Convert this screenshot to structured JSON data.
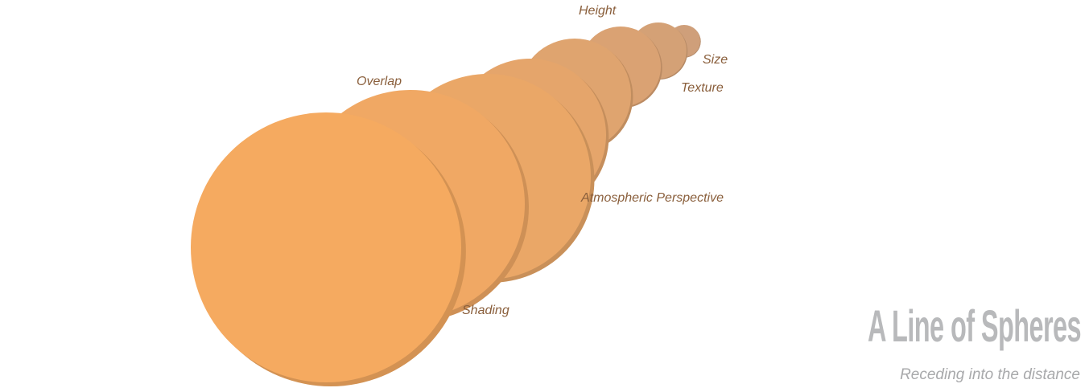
{
  "title": "A Line of Spheres",
  "subtitle": "Receding into the distance",
  "labels": {
    "height": "Height",
    "size": "Size",
    "texture": "Texture",
    "overlap": "Overlap",
    "atmospheric": "Atmospheric Perspective",
    "shading": "Shading"
  },
  "colors": {
    "sphere_near": "#f5aa60",
    "sphere_far": "#cf9f7a",
    "label_text": "#8a5f3c",
    "title_text": "#b8b9bb"
  }
}
